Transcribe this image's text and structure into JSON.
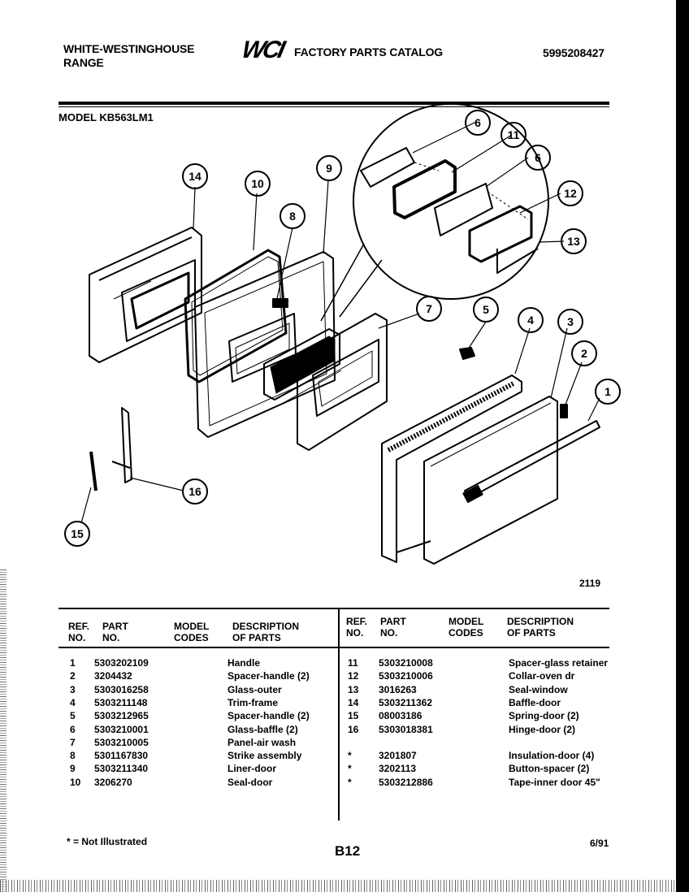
{
  "header": {
    "brand_line1": "WHITE-WESTINGHOUSE",
    "brand_line2": "RANGE",
    "logo_text": "WCI",
    "catalog_title": "FACTORY PARTS CATALOG",
    "catalog_number": "5995208427",
    "model_label": "MODEL KB563LM1"
  },
  "diagram": {
    "figure_number": "2119",
    "callouts": [
      "1",
      "2",
      "3",
      "4",
      "5",
      "6",
      "6",
      "7",
      "8",
      "9",
      "10",
      "11",
      "12",
      "13",
      "14",
      "15",
      "16"
    ]
  },
  "table": {
    "headers": {
      "ref": "REF.",
      "ref2": "NO.",
      "part": "PART",
      "part2": "NO.",
      "model": "MODEL",
      "model2": "CODES",
      "desc": "DESCRIPTION",
      "desc2": "OF PARTS"
    },
    "left_rows": [
      {
        "ref": "1",
        "part": "5303202109",
        "code": "",
        "desc": "Handle"
      },
      {
        "ref": "2",
        "part": "3204432",
        "code": "",
        "desc": "Spacer-handle (2)"
      },
      {
        "ref": "3",
        "part": "5303016258",
        "code": "",
        "desc": "Glass-outer"
      },
      {
        "ref": "4",
        "part": "5303211148",
        "code": "",
        "desc": "Trim-frame"
      },
      {
        "ref": "5",
        "part": "5303212965",
        "code": "",
        "desc": "Spacer-handle (2)"
      },
      {
        "ref": "6",
        "part": "5303210001",
        "code": "",
        "desc": "Glass-baffle (2)"
      },
      {
        "ref": "7",
        "part": "5303210005",
        "code": "",
        "desc": "Panel-air wash"
      },
      {
        "ref": "8",
        "part": "5301167830",
        "code": "",
        "desc": "Strike assembly"
      },
      {
        "ref": "9",
        "part": "5303211340",
        "code": "",
        "desc": "Liner-door"
      },
      {
        "ref": "10",
        "part": "3206270",
        "code": "",
        "desc": "Seal-door"
      }
    ],
    "right_rows": [
      {
        "ref": "11",
        "part": "5303210008",
        "code": "",
        "desc": "Spacer-glass retainer"
      },
      {
        "ref": "12",
        "part": "5303210006",
        "code": "",
        "desc": "Collar-oven dr"
      },
      {
        "ref": "13",
        "part": "3016263",
        "code": "",
        "desc": "Seal-window"
      },
      {
        "ref": "14",
        "part": "5303211362",
        "code": "",
        "desc": "Baffle-door"
      },
      {
        "ref": "15",
        "part": "08003186",
        "code": "",
        "desc": "Spring-door (2)"
      },
      {
        "ref": "16",
        "part": "5303018381",
        "code": "",
        "desc": "Hinge-door (2)"
      },
      {
        "ref": "",
        "part": "",
        "code": "",
        "desc": ""
      },
      {
        "ref": "*",
        "part": "3201807",
        "code": "",
        "desc": "Insulation-door (4)"
      },
      {
        "ref": "*",
        "part": "3202113",
        "code": "",
        "desc": "Button-spacer (2)"
      },
      {
        "ref": "*",
        "part": "5303212886",
        "code": "",
        "desc": "Tape-inner door 45\""
      }
    ]
  },
  "footer": {
    "note": "* = Not Illustrated",
    "page": "B12",
    "date": "6/91"
  }
}
